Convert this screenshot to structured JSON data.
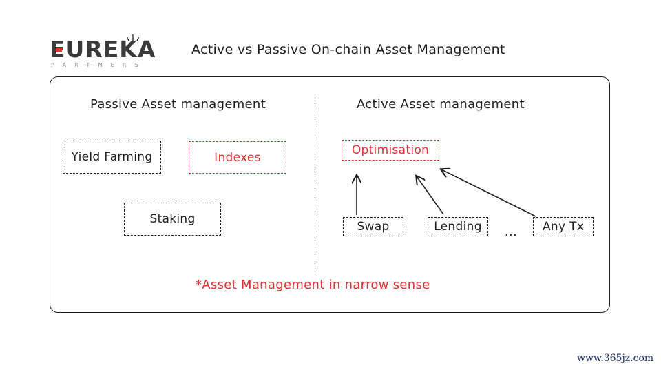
{
  "logo": {
    "brand_accent": "#e03131",
    "brand_text": "EUREKA",
    "brand_sub": "PARTNERS"
  },
  "title": "Active vs Passive On-chain Asset Management",
  "passive": {
    "heading": "Passive Asset management",
    "items": [
      "Yield Farming",
      "Indexes",
      "Staking"
    ]
  },
  "active": {
    "heading": "Active Asset management",
    "target": "Optimisation",
    "sources": [
      "Swap",
      "Lending",
      "...",
      "Any Tx"
    ]
  },
  "note": "*Asset Management in narrow sense",
  "watermark": "www.365jz.com",
  "colors": {
    "ink": "#1e1e1e",
    "accent": "#e03131"
  }
}
